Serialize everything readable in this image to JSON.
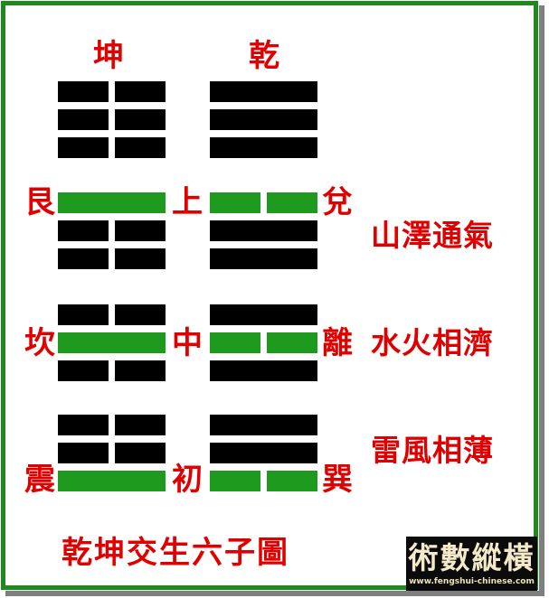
{
  "colors": {
    "yang": "#000000",
    "changed": "#1e9b1e",
    "text": "#e00000",
    "frame": "#1e8a1e"
  },
  "top": {
    "kun": "坤",
    "qian": "乾"
  },
  "rows": [
    {
      "left": "艮",
      "middle": "上",
      "right": "兌",
      "phrase": "山澤通氣"
    },
    {
      "left": "坎",
      "middle": "中",
      "right": "離",
      "phrase": "水火相濟"
    },
    {
      "left": "震",
      "middle": "初",
      "right": "巽",
      "phrase": "雷風相薄"
    }
  ],
  "title": "乾坤交生六子圖",
  "badge": {
    "title": "術數縱橫",
    "url": "www.fengshui-chinese.com"
  },
  "hexagrams": {
    "kun": [
      {
        "type": "yin",
        "color": "yang"
      },
      {
        "type": "yin",
        "color": "yang"
      },
      {
        "type": "yin",
        "color": "yang"
      }
    ],
    "qian": [
      {
        "type": "yang",
        "color": "yang"
      },
      {
        "type": "yang",
        "color": "yang"
      },
      {
        "type": "yang",
        "color": "yang"
      }
    ],
    "gen": [
      {
        "type": "yang",
        "color": "changed"
      },
      {
        "type": "yin",
        "color": "yang"
      },
      {
        "type": "yin",
        "color": "yang"
      }
    ],
    "dui": [
      {
        "type": "yin",
        "color": "changed"
      },
      {
        "type": "yang",
        "color": "yang"
      },
      {
        "type": "yang",
        "color": "yang"
      }
    ],
    "kan": [
      {
        "type": "yin",
        "color": "yang"
      },
      {
        "type": "yang",
        "color": "changed"
      },
      {
        "type": "yin",
        "color": "yang"
      }
    ],
    "li": [
      {
        "type": "yang",
        "color": "yang"
      },
      {
        "type": "yin",
        "color": "changed"
      },
      {
        "type": "yang",
        "color": "yang"
      }
    ],
    "zhen": [
      {
        "type": "yin",
        "color": "yang"
      },
      {
        "type": "yin",
        "color": "yang"
      },
      {
        "type": "yang",
        "color": "changed"
      }
    ],
    "xun": [
      {
        "type": "yang",
        "color": "yang"
      },
      {
        "type": "yang",
        "color": "yang"
      },
      {
        "type": "yin",
        "color": "changed"
      }
    ]
  }
}
